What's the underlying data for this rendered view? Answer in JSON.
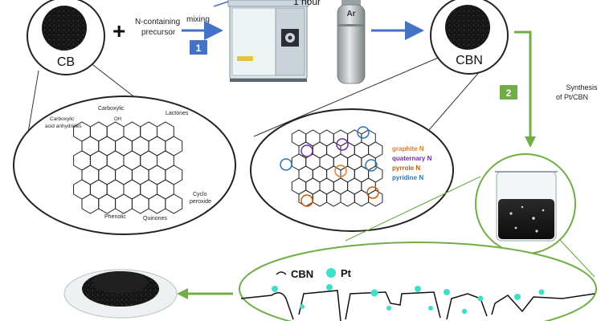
{
  "labels": {
    "cb": "CB",
    "cbn": "CBN",
    "plus": "+",
    "n_precursor_1": "N-containing",
    "n_precursor_2": "precursor",
    "mixing": "mixing",
    "step1": "1",
    "hour": "1 hour",
    "argon": "Ar",
    "step2": "2",
    "synthesis_1": "Synthesis",
    "synthesis_2": "of Pt/CBN",
    "carboxylic": "Carboxylic",
    "carboxylic_acid_anhydrides_1": "Carboxylic",
    "carboxylic_acid_anhydrides_2": "acid anhydrides",
    "lactones": "Lactones",
    "cyclo_peroxide_1": "Cyclo",
    "cyclo_peroxide_2": "peroxide",
    "phenolic": "Phenolic",
    "quinones": "Quinones",
    "oh": "OH",
    "graphite_n": "graphite N",
    "quaternary_n": "quaternary N",
    "pyrrole_n": "pyrrole N",
    "pyridine_n": "pyridine N",
    "legend_cbn": "CBN",
    "legend_pt": "Pt"
  },
  "colors": {
    "arrow_blue": "#4472c4",
    "arrow_green": "#70ad47",
    "badge_blue": "#4472c4",
    "badge_green": "#70ad47",
    "pt_dot": "#40e0c8",
    "graphite": "#e07b28",
    "quaternary": "#7030a0",
    "pyrrole": "#c55a11",
    "pyridine": "#2e75b6"
  }
}
